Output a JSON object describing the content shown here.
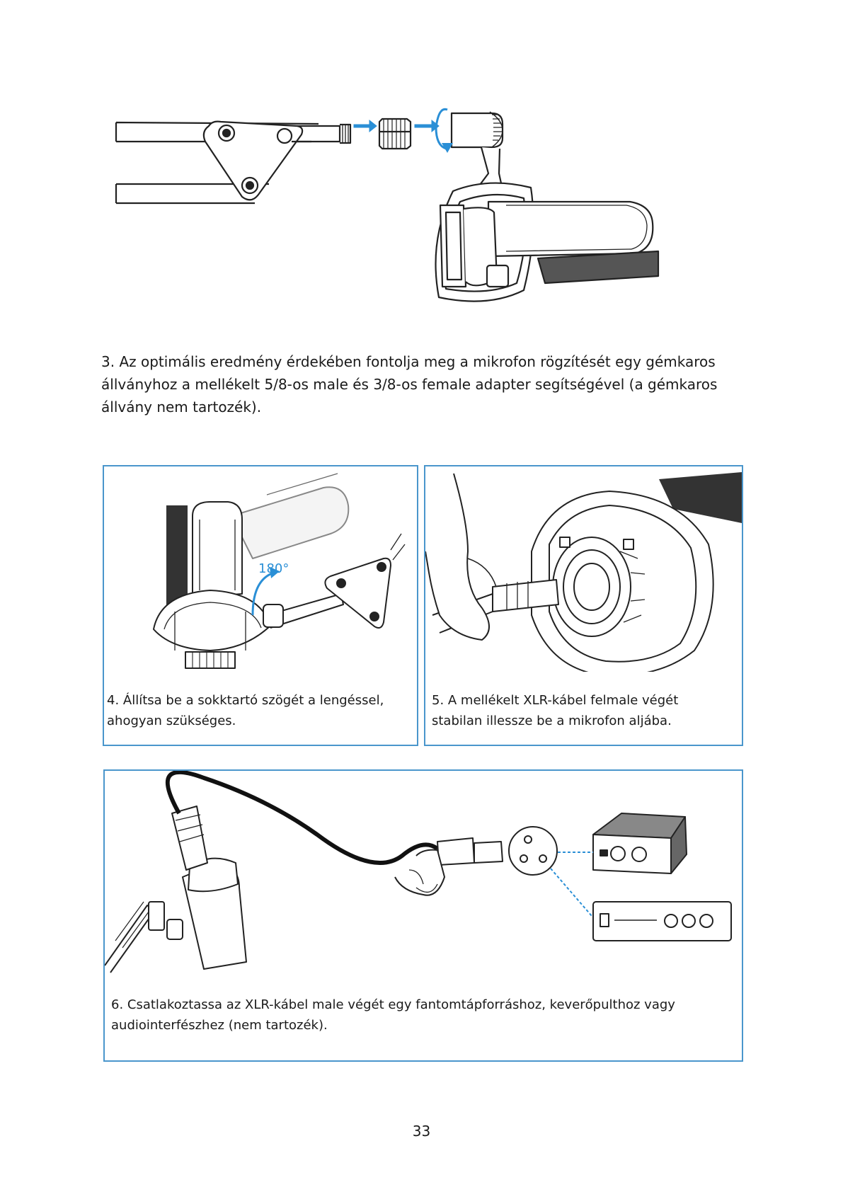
{
  "steps": {
    "step3": "3. Az optimális eredmény érdekében fontolja meg a mikrofon rögzítését egy gémkaros állványhoz a mellékelt 5/8-os male és 3/8-os female adapter segítségével (a gémkaros állvány nem tartozék).",
    "step4": "4. Állítsa be a sokktartó szögét a lengéssel, ahogyan szükséges.",
    "step5": "5. A mellékelt XLR-kábel felmale végét stabilan illessze be a mikrofon aljába.",
    "step6": "6. Csatlakoztassa az XLR-kábel male végét egy fantomtápforráshoz, keverőpulthoz vagy audiointerfészhez (nem tartozék)."
  },
  "illustration_labels": {
    "rotation": "180°"
  },
  "colors": {
    "panel_border": "#4a96cc",
    "arrow_blue": "#2a8fd6"
  },
  "page_number": "33"
}
